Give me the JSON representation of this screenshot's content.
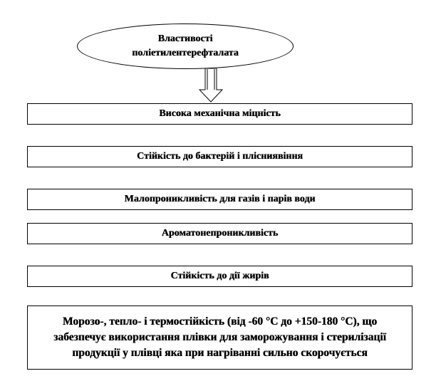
{
  "title": {
    "line1": "Властивості",
    "line2": "поліетилентерефталата"
  },
  "properties": [
    "Висока механічна міцність",
    "Стійкість до бактерій і плісниявіння",
    "Малопроникливість для газів і парів води",
    "Ароматонепроникливість",
    "Стійкість до дії жирів"
  ],
  "last_property": {
    "line1": "Морозо-, тепло- і термостійкість (від -60 °С до +150-180 °С), що",
    "line2": "забезпечує використання плівки для заморожування і стерилізації",
    "line3": "продукції у плівці яка при нагріванні сильно скорочується"
  }
}
